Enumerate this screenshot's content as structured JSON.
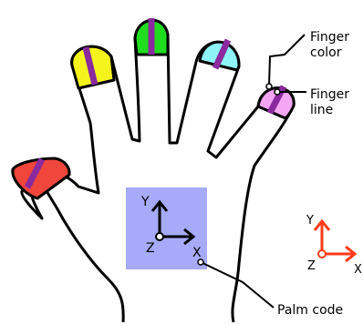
{
  "labels": {
    "finger_color": [
      "Finger",
      "color"
    ],
    "finger_line": [
      "Finger",
      "line"
    ],
    "palm_code": "Palm code"
  },
  "palm_axes": {
    "y": "Y",
    "z": "Z",
    "x": "X"
  },
  "world_axes": {
    "y": "Y",
    "z": "Z",
    "x": "X"
  },
  "colors": {
    "outline": "#000000",
    "finger_line": "#8a2a9e",
    "pinky_tip": "#f4a6f2",
    "ring_tip": "#8ef4f6",
    "middle_tip": "#1fdc1f",
    "index_tip": "#f4f41c",
    "thumb_tip": "#f0463c",
    "palm_code": "#a6aaf8",
    "world_axes": "#ff3a1a"
  }
}
